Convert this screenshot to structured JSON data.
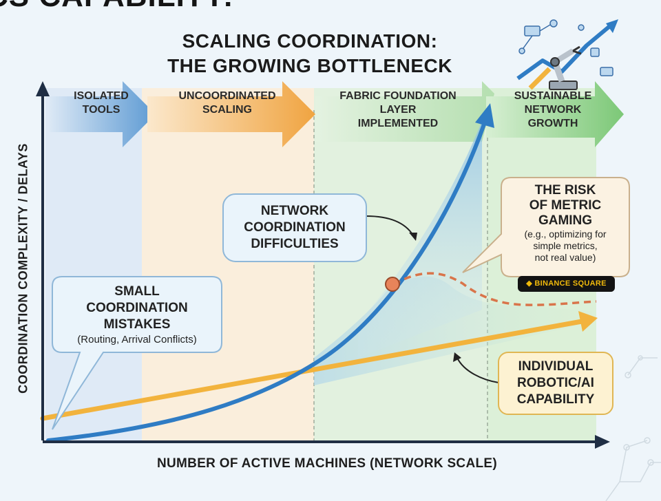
{
  "heading_fragment": "CS CAPABILITY:",
  "title": {
    "line1": "SCALING COORDINATION:",
    "line2": "THE GROWING BOTTLENECK"
  },
  "phases": [
    {
      "line1": "ISOLATED",
      "line2": "TOOLS",
      "line3": ""
    },
    {
      "line1": "UNCOORDINATED",
      "line2": "SCALING",
      "line3": ""
    },
    {
      "line1": "FABRIC FOUNDATION",
      "line2": "LAYER",
      "line3": "IMPLEMENTED"
    },
    {
      "line1": "SUSTAINABLE",
      "line2": "NETWORK",
      "line3": "GROWTH"
    }
  ],
  "axes": {
    "y_label": "COORDINATION COMPLEXITY / DELAYS",
    "x_label": "NUMBER OF ACTIVE MACHINES (NETWORK SCALE)"
  },
  "callouts": {
    "network": {
      "line1": "NETWORK",
      "line2": "COORDINATION",
      "line3": "DIFFICULTIES"
    },
    "small": {
      "line1": "SMALL",
      "line2": "COORDINATION",
      "line3": "MISTAKES",
      "sub": "(Routing, Arrival Conflicts)"
    },
    "risk": {
      "line1": "THE RISK",
      "line2": "OF METRIC",
      "line3": "GAMING",
      "sub1": "(e.g., optimizing for",
      "sub2": "simple metrics,",
      "sub3": "not real value)"
    },
    "individual": {
      "line1": "INDIVIDUAL",
      "line2": "ROBOTIC/AI",
      "line3": "CAPABILITY"
    }
  },
  "badge": "BINANCE SQUARE",
  "colors": {
    "coordination_curve": "#2f7cc4",
    "capability_line": "#f2b33d",
    "metric_gaming_curve": "#d9744a",
    "phase_isolated": "#6fa6d8",
    "phase_uncoordinated": "#f4b35a",
    "phase_fabric": "#a8d9a6",
    "phase_sustainable": "#8fd089"
  },
  "icons": [
    "robot-arm-icon",
    "growth-arrow-icon",
    "network-nodes-icon",
    "binance-logo-icon"
  ]
}
